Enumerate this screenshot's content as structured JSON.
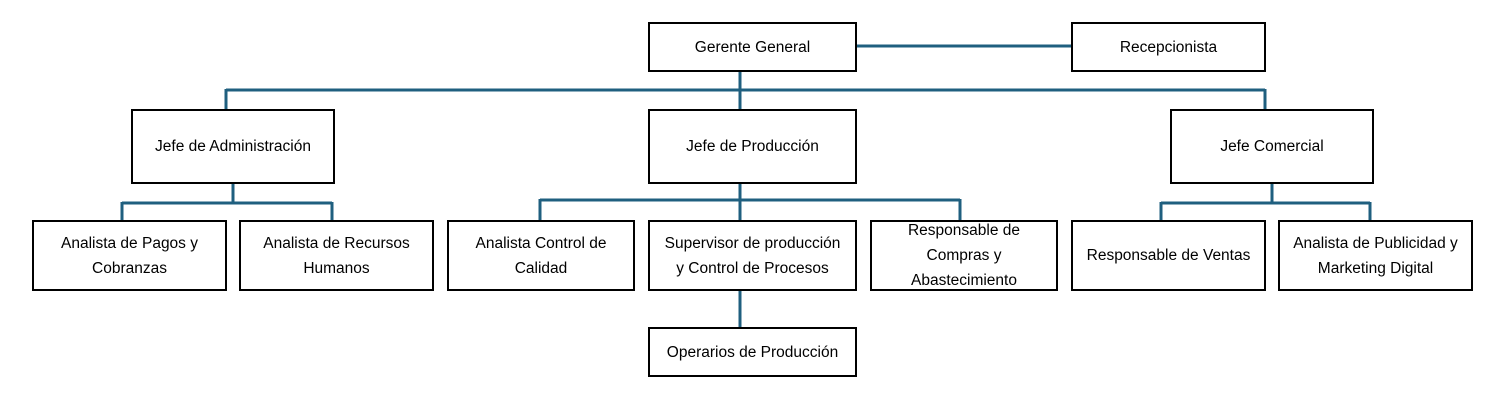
{
  "colors": {
    "connector": "#1f5f7f",
    "box_border": "#000000",
    "text": "#000000"
  },
  "nodes": {
    "gerente": {
      "lines": [
        "Gerente General"
      ]
    },
    "recepcionista": {
      "lines": [
        "Recepcionista"
      ]
    },
    "jefe_admin": {
      "lines": [
        "Jefe de Administración"
      ]
    },
    "jefe_prod": {
      "lines": [
        "Jefe de Producción"
      ]
    },
    "jefe_comercial": {
      "lines": [
        "Jefe Comercial"
      ]
    },
    "analista_pagos": {
      "lines": [
        "Analista de Pagos y",
        "Cobranzas"
      ]
    },
    "analista_rrhh": {
      "lines": [
        "Analista de Recursos",
        "Humanos"
      ]
    },
    "analista_calidad": {
      "lines": [
        "Analista Control de",
        "Calidad"
      ]
    },
    "supervisor_prod": {
      "lines": [
        "Supervisor de producción",
        "y Control de Procesos"
      ]
    },
    "resp_compras": {
      "lines": [
        "Responsable de",
        "Compras y",
        "Abastecimiento"
      ]
    },
    "operarios": {
      "lines": [
        "Operarios de Producción"
      ]
    },
    "resp_ventas": {
      "lines": [
        "Responsable de Ventas"
      ]
    },
    "analista_publicidad": {
      "lines": [
        "Analista de Publicidad y",
        "Marketing Digital"
      ]
    }
  }
}
